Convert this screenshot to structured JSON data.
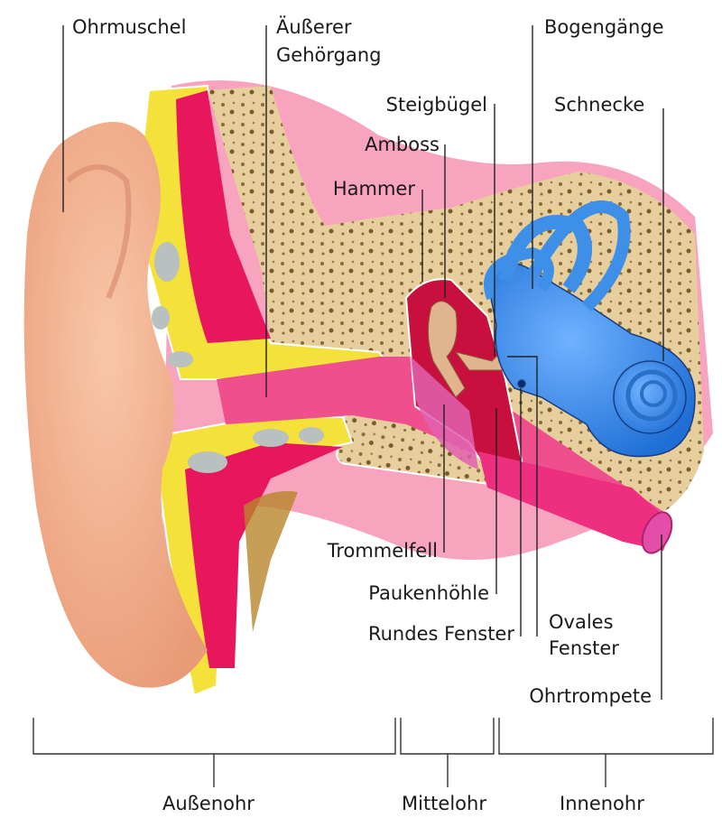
{
  "labels": {
    "ohrmuschel": "Ohrmuschel",
    "gehoergang_1": "Äußerer",
    "gehoergang_2": "Gehörgang",
    "bogengaenge": "Bogengänge",
    "steigbuegel": "Steigbügel",
    "schnecke": "Schnecke",
    "amboss": "Amboss",
    "hammer": "Hammer",
    "trommelfell": "Trommelfell",
    "paukenhoehle": "Paukenhöhle",
    "rundes_fenster": "Rundes Fenster",
    "ovales_fenster_1": "Ovales",
    "ovales_fenster_2": "Fenster",
    "ohrtrompete": "Ohrtrompete"
  },
  "sections": {
    "aussenohr": "Außenohr",
    "mittelohr": "Mittelohr",
    "innenohr": "Innenohr"
  },
  "colors": {
    "skin": "#f3b08e",
    "bone": "#e6cf9c",
    "tissue": "#e8175d",
    "fat": "#f4e23a",
    "inner_ear": "#3d8fe8",
    "canal": "#f04f8e"
  }
}
